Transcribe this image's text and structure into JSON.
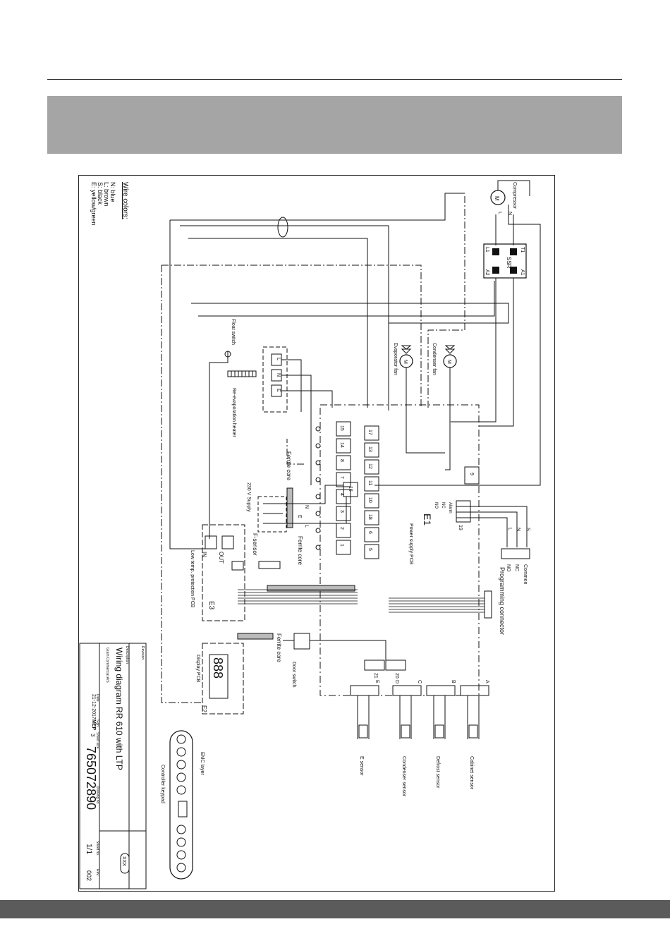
{
  "page": {
    "header_title": "",
    "footer_text": ""
  },
  "diagram": {
    "wire_colors": {
      "title": "Wire colors:",
      "items": [
        "N: blue",
        "L: brown",
        "S: black",
        "E: yellow/green"
      ]
    },
    "components": {
      "compressor": "Compressor",
      "ssr": "SSR",
      "condenser_fan": "Condenser fan",
      "evaporator_fan": "Evaporator fan",
      "float_switch": "Float switch",
      "reevaporation_heater": "Re-evaporation heater",
      "ferrite_core": "Ferrite core",
      "supply": "230 V Supply",
      "f_sensor": "F-sensor",
      "low_temp_pcb": "Low temp. protection PCB",
      "e3": "E3",
      "e1": "E1",
      "power_supply_pcb": "Power supply PCB",
      "programming_connector": "Programming connector",
      "door_switch": "Door switch",
      "display_pcb": "Display PCB",
      "e2": "E2",
      "emc_layer": "EMC layer",
      "controller_keypad": "Controller keypad",
      "e_sensor": "E sensor",
      "condenser_sensor": "Condenser sensor",
      "defrost_sensor": "Defrost sensor",
      "cabinet_sensor": "Cabinet sensor",
      "in_label": "IN",
      "out_label": "OUT",
      "m": "M",
      "l_label": "L",
      "n_label": "N",
      "e_label": "E",
      "s_label": "S",
      "alarm": "Alarm",
      "nc": "NC",
      "no": "NO",
      "common": "Common",
      "a1": "A1",
      "a2": "A2",
      "t1": "T1",
      "l1": "L1",
      "display_digits": "888"
    },
    "terminals": {
      "top_row": [
        "15",
        "14",
        "8",
        "7",
        "4",
        "3",
        "2",
        "1"
      ],
      "mid_row": [
        "17",
        "13",
        "12",
        "11",
        "10",
        "18",
        "6",
        "5"
      ],
      "other": [
        "9",
        "16",
        "19",
        "21",
        "20"
      ],
      "sensor_connectors": [
        "E",
        "C",
        "B",
        "A"
      ],
      "door_connector": "D"
    },
    "title_block": {
      "revision_label": "Revision",
      "description_label": "Description",
      "title": "Wiring diagram RR 610 with LTP",
      "company": "Gram Commercial A/S",
      "date_label": "Date",
      "date": "21-12-2017",
      "sign_label": "Sign",
      "sign": "MEP",
      "sheet_label": "Sheet size",
      "sheet_value": "3",
      "drawing_no_label": "Drawing no.",
      "drawing_no": "765072890",
      "sheet_no_label": "Sheet no.",
      "sheet_no": "1/1",
      "rev_label": "Rev.",
      "rev": "002",
      "protection_badge": "XXX"
    }
  }
}
